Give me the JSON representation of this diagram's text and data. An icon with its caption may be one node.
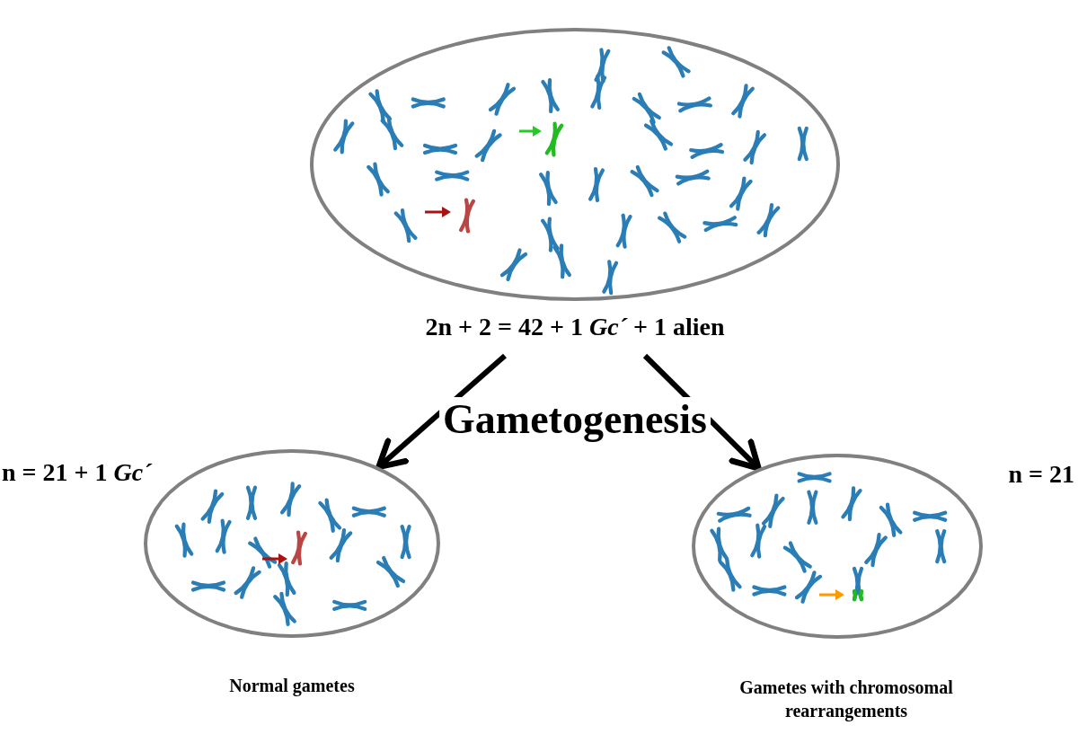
{
  "diagram": {
    "nodes": [
      {
        "text": [],
        "shape": "circle",
        "beside": [
          "2n + 2 = 42 + 1 *Gc´* + 1 alien"
        ]
      },
      {
        "text": [],
        "shape": "circle",
        "beside": [
          "n = 21 + 1 *Gc´*",
          "Normal gametes"
        ]
      },
      {
        "text": [],
        "shape": "circle",
        "beside": [
          "n = 21",
          "Gametes with chromosomal rearrangements"
        ]
      }
    ],
    "edges": [
      {
        "from": 0,
        "to": 1,
        "arrow": "to"
      },
      {
        "from": 0,
        "to": 2,
        "arrow": "to"
      }
    ],
    "labels": [
      "Gametogenesis"
    ]
  }
}
